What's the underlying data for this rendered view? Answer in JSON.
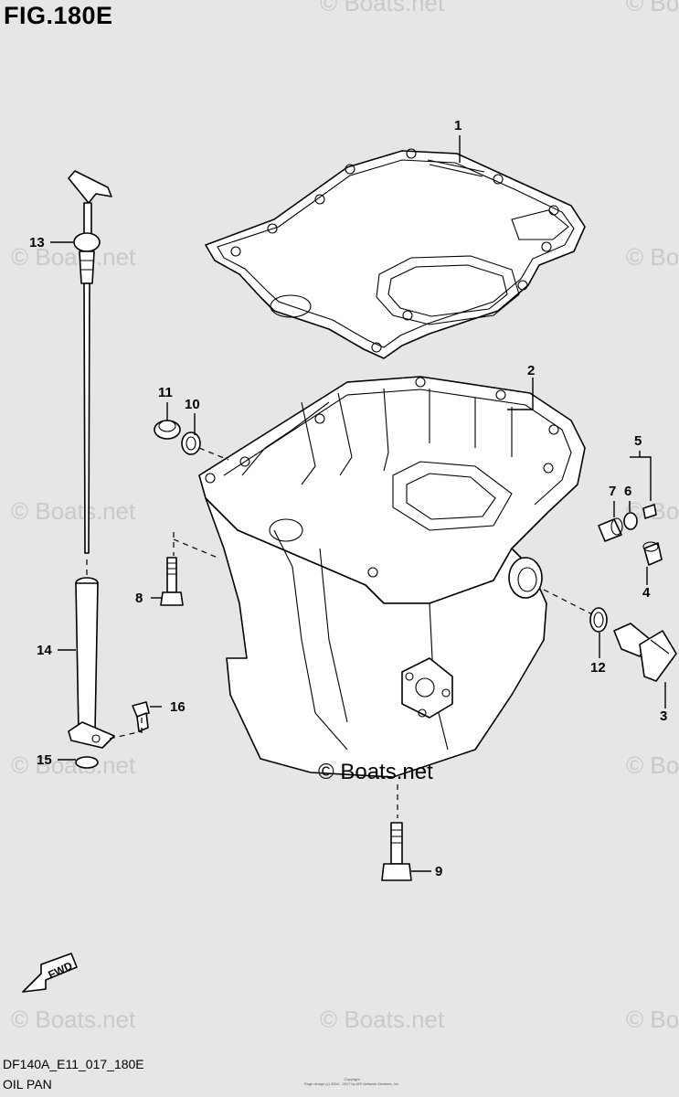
{
  "figure": {
    "title": "FIG.180E",
    "model_code": "DF140A_E11_017_180E",
    "section_name": "OIL PAN",
    "copyright_lines": [
      "Copyright",
      "Page design (c) 2004 - 2017 by ARI Network Services, Inc."
    ]
  },
  "watermark": {
    "text": "© Boats.net",
    "center_text": "© Boats.net"
  },
  "fwd_label": "FWD",
  "callouts": [
    {
      "id": "1",
      "label": "1"
    },
    {
      "id": "2",
      "label": "2"
    },
    {
      "id": "3",
      "label": "3"
    },
    {
      "id": "4",
      "label": "4"
    },
    {
      "id": "5",
      "label": "5"
    },
    {
      "id": "6",
      "label": "6"
    },
    {
      "id": "7",
      "label": "7"
    },
    {
      "id": "8",
      "label": "8"
    },
    {
      "id": "9",
      "label": "9"
    },
    {
      "id": "10",
      "label": "10"
    },
    {
      "id": "11",
      "label": "11"
    },
    {
      "id": "12",
      "label": "12"
    },
    {
      "id": "13",
      "label": "13"
    },
    {
      "id": "14",
      "label": "14"
    },
    {
      "id": "15",
      "label": "15"
    },
    {
      "id": "16",
      "label": "16"
    }
  ]
}
